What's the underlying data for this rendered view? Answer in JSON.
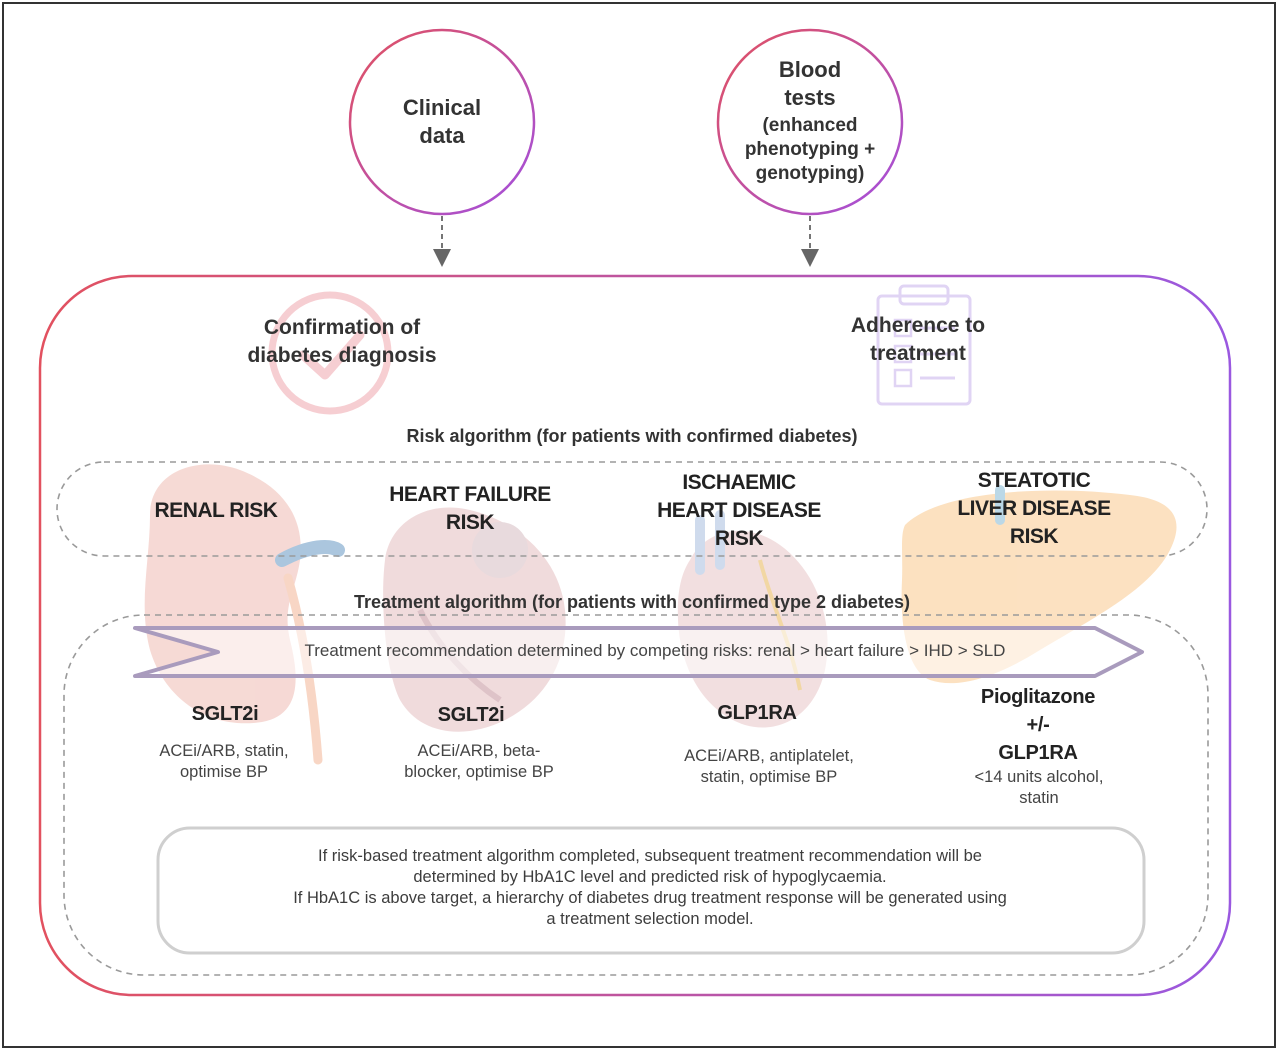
{
  "inputs": {
    "clinical": {
      "title": "Clinical\ndata"
    },
    "blood": {
      "title": "Blood\ntests",
      "subtitle": "(enhanced\nphenotyping +\ngenotyping)"
    }
  },
  "sections": {
    "confirmation": "Confirmation of\ndiabetes diagnosis",
    "adherence": "Adherence to\ntreatment"
  },
  "risk_algorithm": {
    "title": "Risk algorithm (for patients with confirmed diabetes)",
    "risks": [
      {
        "label": "RENAL RISK"
      },
      {
        "label": "HEART FAILURE\nRISK"
      },
      {
        "label": "ISCHAEMIC\nHEART DISEASE\nRISK"
      },
      {
        "label": "STEATOTIC\nLIVER DISEASE\nRISK"
      }
    ]
  },
  "treatment_algorithm": {
    "title": "Treatment algorithm (for patients with confirmed type 2 diabetes)",
    "arrow_text": "Treatment recommendation determined by competing risks: renal > heart failure > IHD > SLD",
    "treatments": [
      {
        "drug": "SGLT2i",
        "detail": "ACEi/ARB, statin,\noptimise BP"
      },
      {
        "drug": "SGLT2i",
        "detail": "ACEi/ARB, beta-\nblocker, optimise BP"
      },
      {
        "drug": "GLP1RA",
        "detail": "ACEi/ARB, antiplatelet,\nstatin, optimise BP"
      },
      {
        "drug": "Pioglitazone\n+/-\nGLP1RA",
        "detail": "<14 units alcohol,\nstatin"
      }
    ],
    "note": "If risk-based treatment algorithm completed, subsequent treatment recommendation will be\ndetermined by HbA1C level and predicted risk of hypoglycaemia.\nIf HbA1C is above target, a hierarchy of diabetes drug treatment response will be generated using\na treatment selection model."
  },
  "colors": {
    "gradient_start": "#e2515f",
    "gradient_end": "#9a58e0",
    "dashed": "#9a9a9a",
    "arrow_stroke": "#a99bbd",
    "kidney": "#f2c9c3",
    "liver": "#fbd6aa",
    "heart": "#e8c9cb"
  },
  "icons": [
    "checkmark-icon",
    "clipboard-icon",
    "kidney-icon",
    "heart-icon",
    "heart-vessels-icon",
    "liver-icon"
  ]
}
